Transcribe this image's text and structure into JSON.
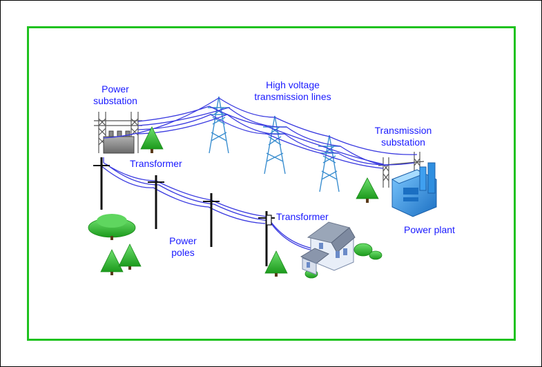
{
  "labels": {
    "power_substation_1": "Power",
    "power_substation_2": "substation",
    "hv_lines_1": "High voltage",
    "hv_lines_2": "transmission lines",
    "transmission_substation_1": "Transmission",
    "transmission_substation_2": "substation",
    "transformer_left": "Transformer",
    "transformer_right": "Transformer",
    "power_poles_1": "Power",
    "power_poles_2": "poles",
    "power_plant": "Power plant"
  },
  "colors": {
    "frame": "#1fc21f",
    "label_text": "#1a1aff",
    "wires": "#3a3ae0",
    "tower": "#4a9fd8",
    "tree": "#2eb82e",
    "plant": "#2f8fe0"
  }
}
